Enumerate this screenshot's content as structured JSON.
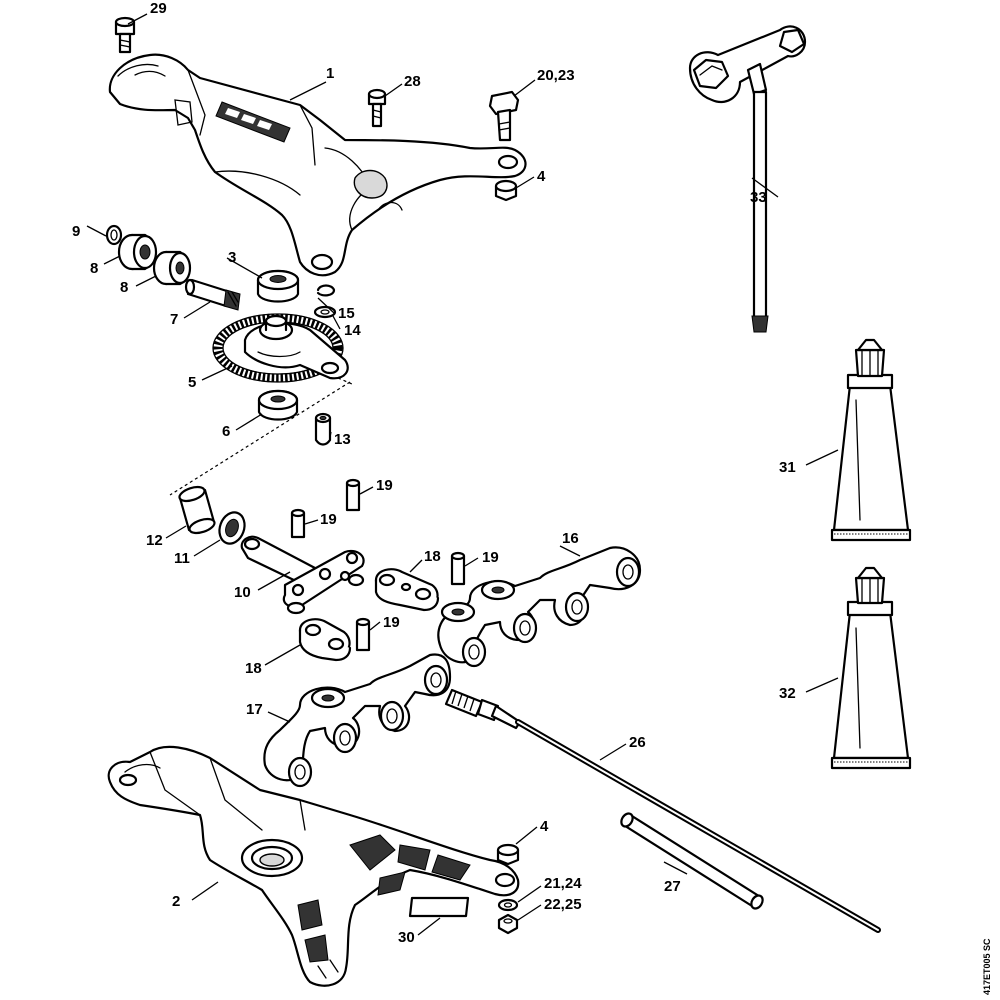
{
  "diagram": {
    "image_code": "417ET005 SC",
    "parts": [
      {
        "id": "p1",
        "label": "1"
      },
      {
        "id": "p2",
        "label": "2"
      },
      {
        "id": "p3",
        "label": "3"
      },
      {
        "id": "p4a",
        "label": "4"
      },
      {
        "id": "p4b",
        "label": "4"
      },
      {
        "id": "p5",
        "label": "5"
      },
      {
        "id": "p6",
        "label": "6"
      },
      {
        "id": "p7",
        "label": "7"
      },
      {
        "id": "p8a",
        "label": "8"
      },
      {
        "id": "p8b",
        "label": "8"
      },
      {
        "id": "p9",
        "label": "9"
      },
      {
        "id": "p10",
        "label": "10"
      },
      {
        "id": "p11",
        "label": "11"
      },
      {
        "id": "p12",
        "label": "12"
      },
      {
        "id": "p13",
        "label": "13"
      },
      {
        "id": "p14",
        "label": "14"
      },
      {
        "id": "p15",
        "label": "15"
      },
      {
        "id": "p16",
        "label": "16"
      },
      {
        "id": "p17",
        "label": "17"
      },
      {
        "id": "p18a",
        "label": "18"
      },
      {
        "id": "p18b",
        "label": "18"
      },
      {
        "id": "p19a",
        "label": "19"
      },
      {
        "id": "p19b",
        "label": "19"
      },
      {
        "id": "p19c",
        "label": "19"
      },
      {
        "id": "p19d",
        "label": "19"
      },
      {
        "id": "p2023",
        "label": "20,23"
      },
      {
        "id": "p2124",
        "label": "21,24"
      },
      {
        "id": "p2225",
        "label": "22,25"
      },
      {
        "id": "p26",
        "label": "26"
      },
      {
        "id": "p27",
        "label": "27"
      },
      {
        "id": "p28",
        "label": "28"
      },
      {
        "id": "p29",
        "label": "29"
      },
      {
        "id": "p30",
        "label": "30"
      },
      {
        "id": "p31",
        "label": "31"
      },
      {
        "id": "p32",
        "label": "32"
      },
      {
        "id": "p33",
        "label": "33"
      }
    ]
  }
}
